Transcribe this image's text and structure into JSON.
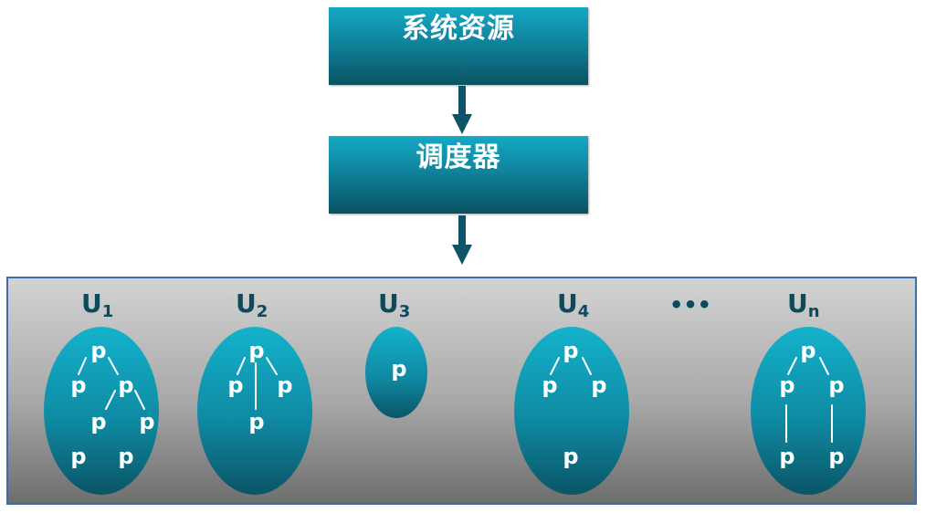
{
  "top_box": {
    "label": "系统资源"
  },
  "scheduler_box": {
    "label": "调度器"
  },
  "ellipsis": "•••",
  "users": [
    {
      "label": "U",
      "subscript": "1",
      "node_label": "p"
    },
    {
      "label": "U",
      "subscript": "2",
      "node_label": "p"
    },
    {
      "label": "U",
      "subscript": "3",
      "node_label": "p"
    },
    {
      "label": "U",
      "subscript": "4",
      "node_label": "p"
    },
    {
      "label": "U",
      "subscript": "n",
      "node_label": "p"
    }
  ],
  "colors": {
    "box_top": "#14a9c4",
    "box_bottom": "#0b5262",
    "label_dark": "#0d4a5e",
    "arrow": "#0d5468",
    "panel_border": "#3d6ea8"
  }
}
